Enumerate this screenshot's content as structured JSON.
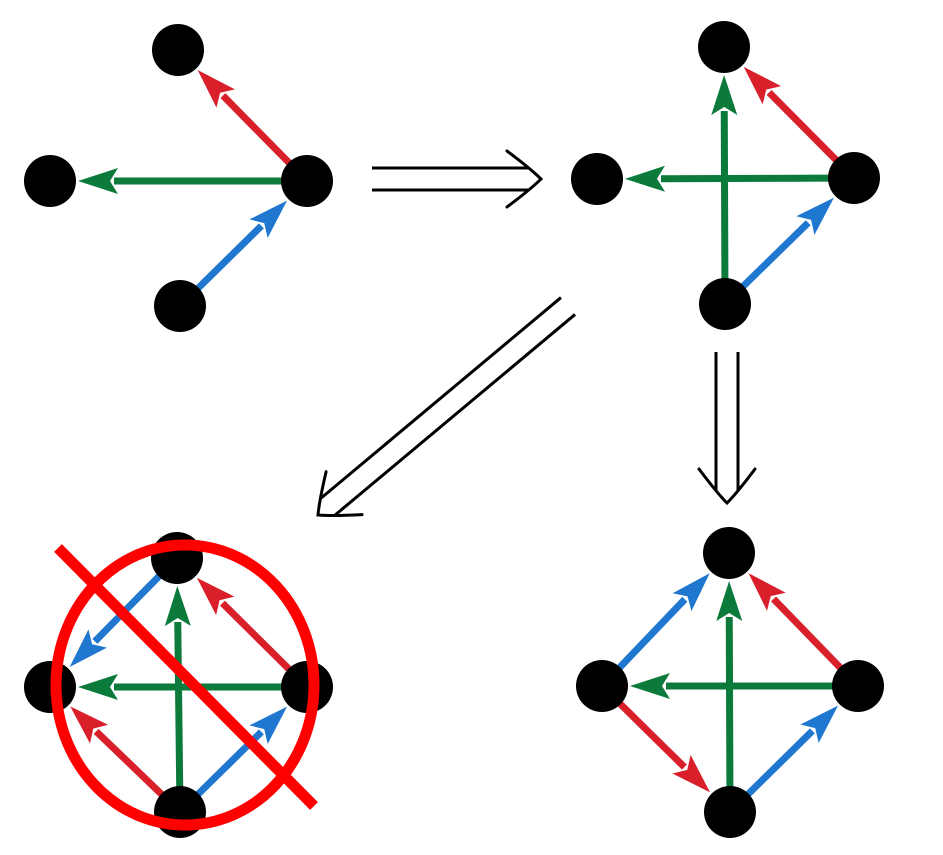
{
  "colors": {
    "node": "#000000",
    "red": "#d9202a",
    "green": "#0b7a3a",
    "blue": "#1f77d0",
    "cross_out": "#ff0000",
    "implication": "#000000",
    "background": "#ffffff"
  },
  "icons": {
    "node": "filled-circle",
    "edge": "arrow",
    "implication": "double-arrow",
    "cross_out": "prohibition-circle"
  },
  "panels": [
    {
      "id": "top-left",
      "nodes": [
        "top",
        "left",
        "right",
        "bottom"
      ],
      "edges": [
        {
          "from": "right",
          "to": "top",
          "color": "red"
        },
        {
          "from": "right",
          "to": "left",
          "color": "green"
        },
        {
          "from": "bottom",
          "to": "right",
          "color": "blue"
        }
      ]
    },
    {
      "id": "top-right",
      "nodes": [
        "top",
        "left",
        "right",
        "bottom"
      ],
      "edges": [
        {
          "from": "right",
          "to": "top",
          "color": "red"
        },
        {
          "from": "right",
          "to": "left",
          "color": "green"
        },
        {
          "from": "bottom",
          "to": "top",
          "color": "green"
        },
        {
          "from": "bottom",
          "to": "right",
          "color": "blue"
        }
      ]
    },
    {
      "id": "bottom-right",
      "nodes": [
        "top",
        "left",
        "right",
        "bottom"
      ],
      "edges": [
        {
          "from": "left",
          "to": "top",
          "color": "blue"
        },
        {
          "from": "right",
          "to": "top",
          "color": "red"
        },
        {
          "from": "right",
          "to": "left",
          "color": "green"
        },
        {
          "from": "bottom",
          "to": "top",
          "color": "green"
        },
        {
          "from": "left",
          "to": "bottom",
          "color": "red"
        },
        {
          "from": "bottom",
          "to": "right",
          "color": "blue"
        }
      ]
    },
    {
      "id": "bottom-left",
      "crossed_out": true,
      "nodes": [
        "top",
        "left",
        "right",
        "bottom"
      ],
      "edges": [
        {
          "from": "top",
          "to": "left",
          "color": "blue"
        },
        {
          "from": "right",
          "to": "top",
          "color": "red"
        },
        {
          "from": "right",
          "to": "left",
          "color": "green"
        },
        {
          "from": "bottom",
          "to": "top",
          "color": "green"
        },
        {
          "from": "bottom",
          "to": "left",
          "color": "red"
        },
        {
          "from": "bottom",
          "to": "right",
          "color": "blue"
        }
      ]
    }
  ],
  "implications": [
    {
      "from": "top-left",
      "to": "top-right"
    },
    {
      "from": "top-right",
      "to": "bottom-right"
    },
    {
      "from": "top-right",
      "to": "bottom-left"
    }
  ]
}
